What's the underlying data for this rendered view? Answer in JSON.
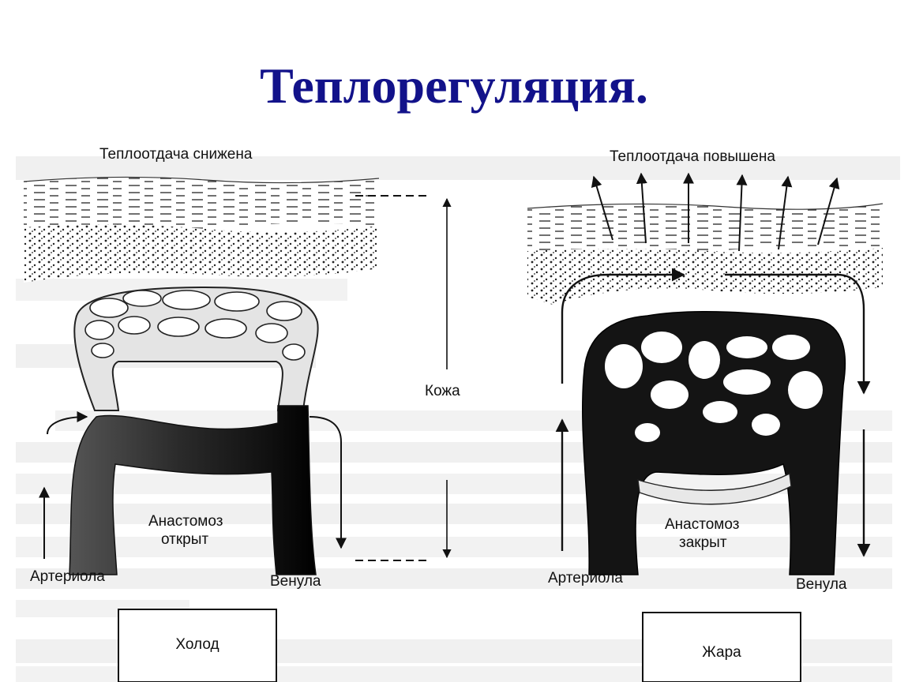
{
  "title": "Теплорегуляция.",
  "left": {
    "heading": "Теплоотдача снижена",
    "anastomosis_line1": "Анастомоз",
    "anastomosis_line2": "открыт",
    "arteriole": "Артериола",
    "venule": "Венула",
    "condition": "Холод"
  },
  "center": {
    "skin": "Кожа"
  },
  "right": {
    "heading": "Теплоотдача повышена",
    "anastomosis_line1": "Анастомоз",
    "anastomosis_line2": "закрыт",
    "arteriole": "Артериола",
    "venule": "Венула",
    "condition": "Жара"
  },
  "colors": {
    "title": "#12128a",
    "vessel": "#1a1a1a",
    "ghost_text": "#cfcfcf"
  }
}
